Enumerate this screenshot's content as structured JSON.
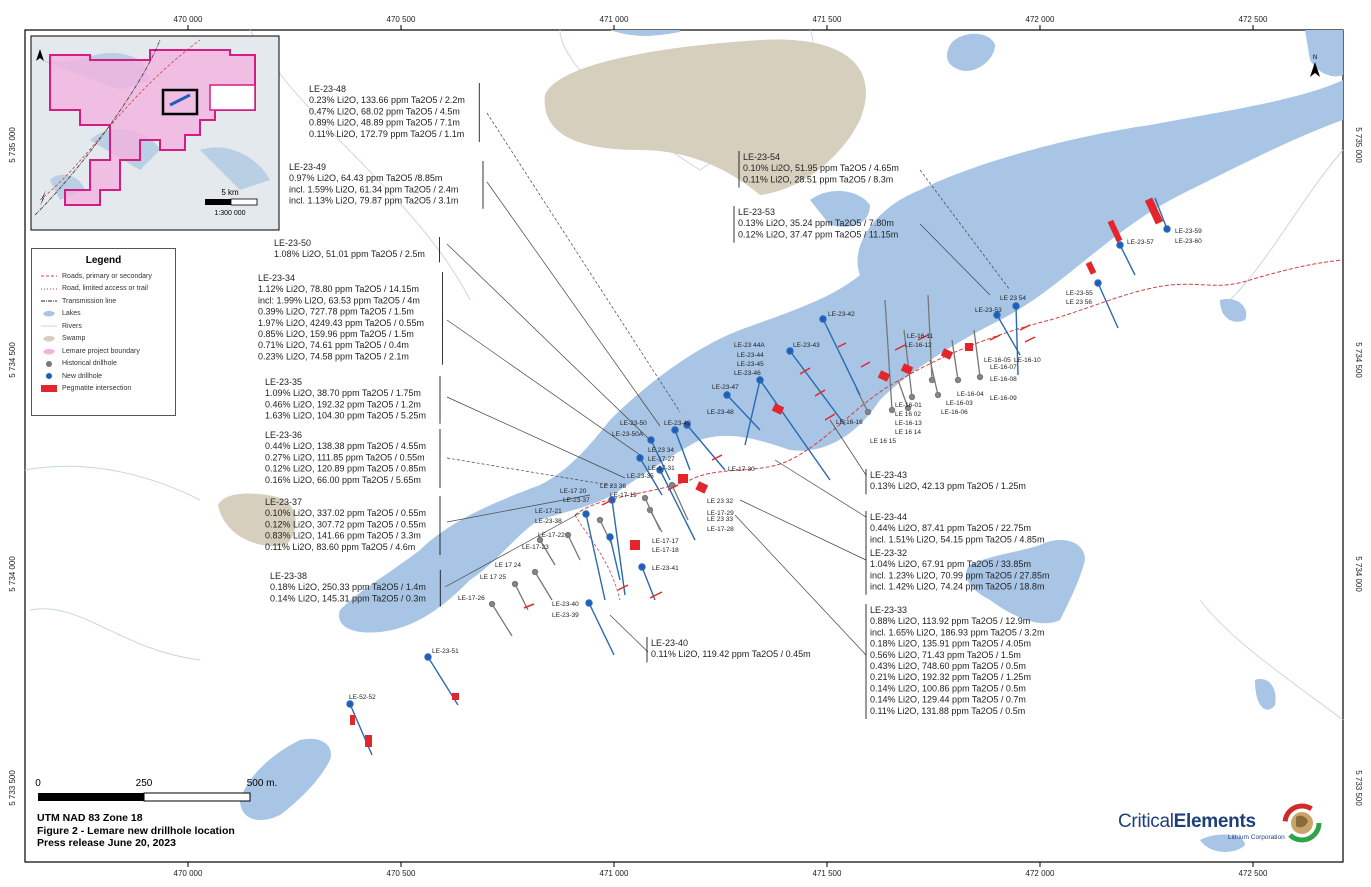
{
  "map": {
    "x_ticks": [
      "470 000",
      "470 500",
      "471 000",
      "471 500",
      "472 000",
      "472 500"
    ],
    "y_ticks": [
      "5 735 000",
      "5 734 500",
      "5 734 000",
      "5 733 500"
    ]
  },
  "inset": {
    "scale_label": "5 km",
    "ratio_label": "1:300 000"
  },
  "scale_bar": {
    "labels": [
      "0",
      "250",
      "500 m."
    ]
  },
  "north": "N",
  "legend": {
    "title": "Legend",
    "items": [
      "Roads, primary or secondary",
      "Road, limited access or trail",
      "Transmission line",
      "Lakes",
      "Rivers",
      "Swamp",
      "Lemare project boundary",
      "Historical drillhole",
      "New drillhole",
      "Pegmatite intersection"
    ]
  },
  "footer": {
    "line1": "UTM NAD 83 Zone 18",
    "line2": "Figure 2 - Lemare new drillhole location",
    "line3": "Press release June 20, 2023"
  },
  "logo": {
    "part1": "Critical",
    "part2": "Elements",
    "sub": "Lithium Corporation"
  },
  "callouts": [
    {
      "title": "LE-23-48",
      "lines": [
        "0.23% Li2O, 133.66 ppm Ta2O5 / 2.2m",
        "0.47% Li2O, 68.02 ppm Ta2O5 / 4.5m",
        "0.89% Li2O, 48.89 ppm Ta2O5 / 7.1m",
        "0.11% Li2O, 172.79 ppm Ta2O5 / 1.1m"
      ]
    },
    {
      "title": "LE-23-49",
      "lines": [
        "0.97% Li2O, 64.43 ppm Ta2O5 /8.85m",
        "incl. 1.59% Li2O, 61.34 ppm Ta2O5 / 2.4m",
        "incl. 1.13% Li2O, 79.87 ppm Ta2O5 / 3.1m"
      ]
    },
    {
      "title": "LE-23-50",
      "lines": [
        "1.08% Li2O, 51.01 ppm Ta2O5 / 2.5m"
      ]
    },
    {
      "title": "LE-23-34",
      "lines": [
        "1.12% Li2O, 78.80 ppm Ta2O5 / 14.15m",
        "incl: 1.99% Li2O, 63.53 ppm Ta2O5 / 4m",
        "0.39% Li2O, 727.78 ppm Ta2O5 / 1.5m",
        "1.97% Li2O, 4249.43 ppm Ta2O5 / 0.55m",
        "0.85% Li2O, 159.96 ppm Ta2O5 / 1.5m",
        "0.71% Li2O, 74.61 ppm Ta2O5 / 0.4m",
        "0.23% Li2O, 74.58 ppm Ta2O5 / 2.1m"
      ]
    },
    {
      "title": "LE-23-35",
      "lines": [
        "1.09% Li2O, 38.70 ppm Ta2O5 / 1.75m",
        "0.46% Li2O, 192.32 ppm Ta2O5 / 1.2m",
        "1.63% Li2O, 104.30 ppm Ta2O5 / 5.25m"
      ]
    },
    {
      "title": "LE-23-36",
      "lines": [
        "0.44% Li2O, 138.38 ppm Ta2O5 / 4.55m",
        "0.27% Li2O, 111.85 ppm Ta2O5 / 0.55m",
        "0.12% Li2O, 120.89 ppm Ta2O5 / 0.85m",
        "0.16% Li2O, 66.00 ppm Ta2O5 / 5.65m"
      ]
    },
    {
      "title": "LE-23-37",
      "lines": [
        "0.10% Li2O, 337.02 ppm Ta2O5 / 0.55m",
        "0.12% Li2O, 307.72 ppm Ta2O5 / 0.55m",
        "0.83% Li2O, 141.66 ppm Ta2O5 / 3.3m",
        "0.11% Li2O, 83.60 ppm Ta2O5 / 4.6m"
      ]
    },
    {
      "title": "LE-23-38",
      "lines": [
        "0.18% Li2O, 250.33 ppm Ta2O5 / 1.4m",
        "0.14% Li2O, 145.31 ppm Ta2O5 / 0.3m"
      ]
    },
    {
      "title": "LE-23-54",
      "lines": [
        "0.10% Li2O, 51.95 ppm Ta2O5 / 4.65m",
        "0.11% Li2O, 28.51 ppm Ta2O5 / 8.3m"
      ]
    },
    {
      "title": "LE-23-53",
      "lines": [
        "0.13% Li2O, 35.24 ppm Ta2O5 / 7.80m",
        "0.12% Li2O, 37.47 ppm Ta2O5 / 11.15m"
      ]
    },
    {
      "title": "LE-23-43",
      "lines": [
        "0.13% Li2O, 42.13 ppm Ta2O5 / 1.25m"
      ]
    },
    {
      "title": "LE-23-44",
      "lines": [
        "0.44% Li2O, 87.41 ppm Ta2O5 / 22.75m",
        "incl. 1.51% Li2O, 54.15 ppm Ta2O5 / 4.85m"
      ]
    },
    {
      "title": "LE-23-32",
      "lines": [
        "1.04% Li2O, 67.91 ppm Ta2O5 / 33.85m",
        "incl. 1.23% Li2O, 70.99 ppm Ta2O5 / 27.85m",
        "incl. 1.42% Li2O, 74.24 ppm Ta2O5 / 18.8m"
      ]
    },
    {
      "title": "LE-23-33",
      "lines": [
        "0.88% Li2O, 113.92 ppm Ta2O5 / 12.9m",
        "incl. 1.65% Li2O, 186.93 ppm Ta2O5 / 3.2m",
        "0.18% Li2O, 135.91 ppm Ta2O5 / 4.05m",
        "0.56% Li2O, 71.43 ppm Ta2O5 / 1.5m",
        "0.43% Li2O, 748.60 ppm Ta2O5 / 0.5m",
        "0.21% Li2O, 192.32 ppm Ta2O5 / 1.25m",
        "0.14% Li2O, 100.86 ppm Ta2O5 / 0.5m",
        "0.14% Li2O, 129.44 ppm Ta2O5 / 0.7m",
        "0.11% Li2O, 131.88 ppm Ta2O5 / 0.5m"
      ]
    },
    {
      "title": "LE-23-40",
      "lines": [
        "0.11% Li2O, 119.42 ppm Ta2O5 / 0.45m"
      ]
    }
  ],
  "hole_labels": [
    "LE-23-42",
    "LE-23-43",
    "LE-23 44A",
    "LE-23-44",
    "LE-23-45",
    "LE-23-46",
    "LE-23-47",
    "LE-23-48",
    "LE-23-49",
    "LE-23-50",
    "LE-23-50A",
    "LE 23 34",
    "LE-17-27",
    "LE-17-31",
    "LE-23-35",
    "LE 23 36",
    "LE-23-37",
    "LE-17 20",
    "LE-17-19",
    "LE-17-21",
    "LE-23-38",
    "LE-17-22",
    "LE-17-23",
    "LE 17 24",
    "LE 17 25",
    "LE-17-26",
    "LE-23-40",
    "LE-23-39",
    "LE-23-41",
    "LE-17-17",
    "LE-17-18",
    "LE 23 32",
    "LE-17-29",
    "LE 23 33",
    "LE-17-28",
    "LE-17-30",
    "LE-23-51",
    "LE-52-52",
    "LE-23-53",
    "LE 23 54",
    "LE-16-10",
    "LE-16-11",
    "LE-16-12",
    "LE-16-07",
    "LE-16-08",
    "LE-16-05",
    "LE-16-09",
    "LE-16-04",
    "LE-16-03",
    "LE-16-06",
    "LE-16-01",
    "LE 16 02",
    "LE-16-13",
    "LE 16 14",
    "LE-16-16",
    "LE 16 15",
    "LE-23-55",
    "LE 23 56",
    "LE-23-57",
    "LE-23-59",
    "LE-23-60"
  ]
}
